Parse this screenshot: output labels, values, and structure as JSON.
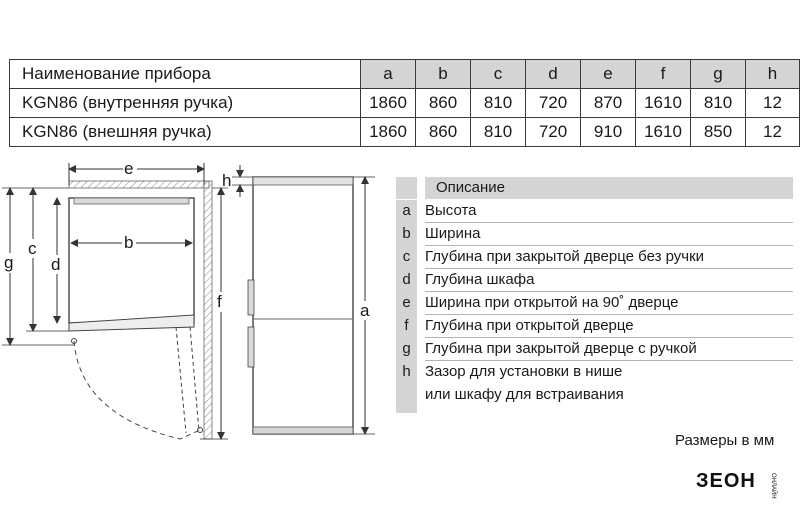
{
  "table": {
    "header_label": "Наименование прибора",
    "columns": [
      "a",
      "b",
      "c",
      "d",
      "e",
      "f",
      "g",
      "h"
    ],
    "rows": [
      {
        "name": "KGN86 (внутренняя ручка)",
        "values": [
          "1860",
          "860",
          "810",
          "720",
          "870",
          "1610",
          "810",
          "12"
        ]
      },
      {
        "name": "KGN86 (внешняя ручка)",
        "values": [
          "1860",
          "860",
          "810",
          "720",
          "910",
          "1610",
          "850",
          "12"
        ]
      }
    ]
  },
  "drawing": {
    "labels": {
      "e": "e",
      "h": "h",
      "b": "b",
      "c": "c",
      "d": "d",
      "g": "g",
      "f": "f",
      "a": "a"
    }
  },
  "legend": {
    "title": "Описание",
    "items": [
      {
        "key": "a",
        "text": "Высота"
      },
      {
        "key": "b",
        "text": "Ширина"
      },
      {
        "key": "c",
        "text": "Глубина при закрытой дверце без ручки"
      },
      {
        "key": "d",
        "text": "Глубина шкафа"
      },
      {
        "key": "e",
        "text": "Ширина при открытой на 90˚ дверце"
      },
      {
        "key": "f",
        "text": "Глубина при открытой дверце"
      },
      {
        "key": "g",
        "text": "Глубина при закрытой дверце с ручкой"
      },
      {
        "key": "h",
        "text": "Зазор для установки в нише",
        "text2": "или шкафу для встраивания"
      }
    ]
  },
  "units_note": "Размеры в мм",
  "logo": {
    "text": "ЗЕОН",
    "sub": "ОНЛАЙН"
  }
}
